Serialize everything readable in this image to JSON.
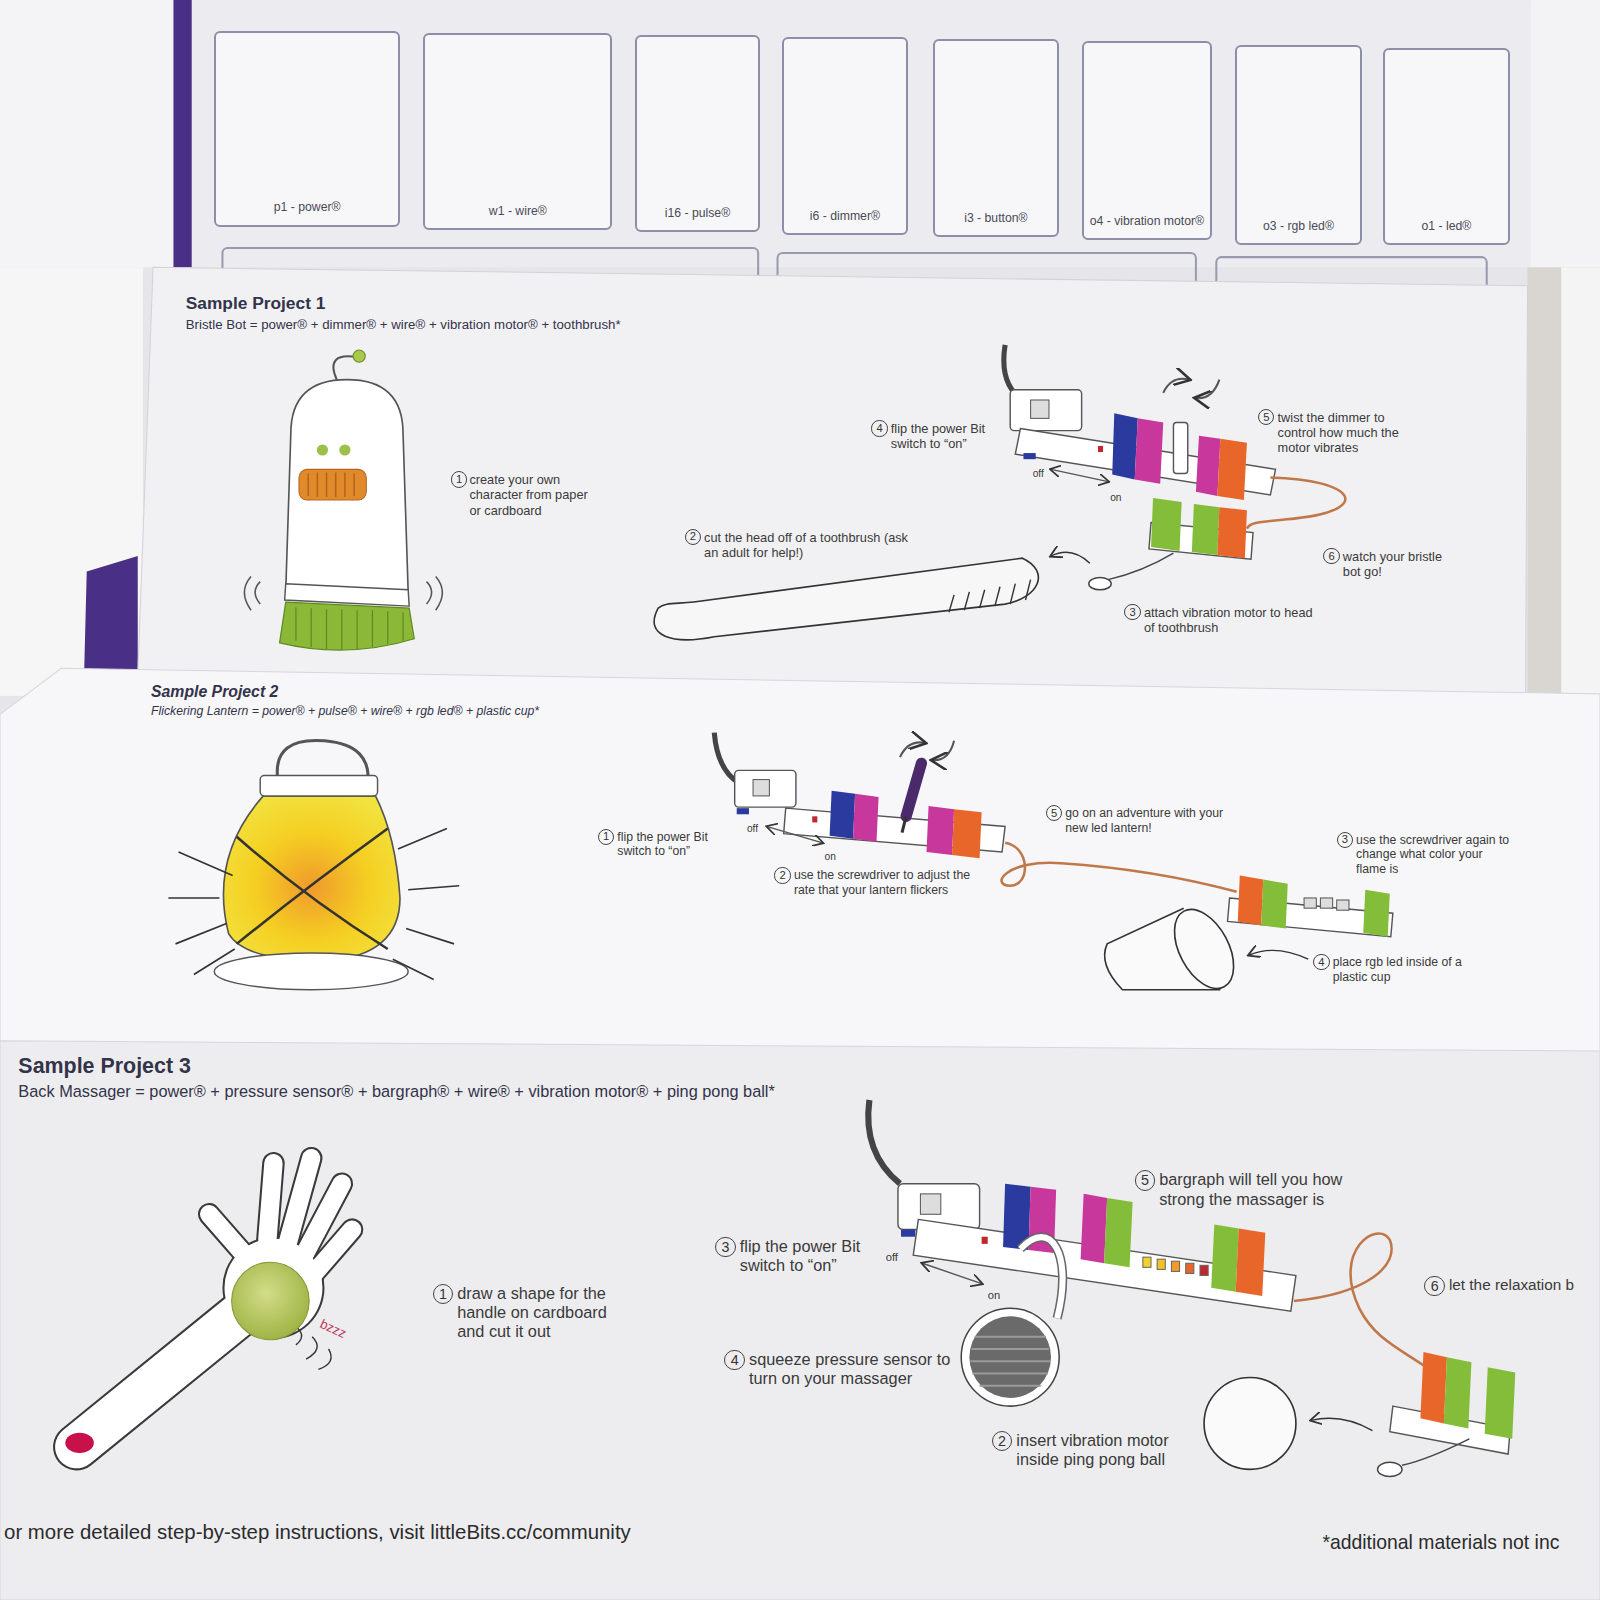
{
  "diagram": {
    "nodes": [
      {
        "text": [
          "p1 - power®"
        ]
      },
      {
        "text": [
          "w1 - wire®"
        ]
      },
      {
        "text": [
          "i16 - pulse®"
        ]
      },
      {
        "text": [
          "i6 - dimmer®"
        ]
      },
      {
        "text": [
          "i3 - button®"
        ]
      },
      {
        "text": [
          "o4 - vibration motor®"
        ]
      },
      {
        "text": [
          "o3 - rgb led®"
        ]
      },
      {
        "text": [
          "o1 - led®"
        ]
      },
      {
        "text": [
          "Sample Project 1",
          "Bristle Bot = power® + dimmer® + wire® + vibration motor® + toothbrush*"
        ]
      },
      {
        "text": [
          "Sample Project 2",
          "Flickering Lantern = power® + pulse® + wire® + rgb led® + plastic cup*"
        ]
      },
      {
        "text": [
          "Sample Project 3",
          "Back Massager = power® + pressure sensor® + bargraph® + wire® + vibration motor® + ping pong ball*"
        ]
      }
    ],
    "labels": [
      "1",
      "create your own character from paper or cardboard",
      "2",
      "cut the head off of a toothbrush (ask an adult for help!)",
      "3",
      "attach vibration motor to head of toothbrush",
      "4",
      "flip the power Bit switch to “on”",
      "5",
      "twist the dimmer to control how much the motor vibrates",
      "6",
      "watch your bristle bot go!",
      "off",
      "on",
      "1",
      "flip the power Bit switch to “on”",
      "2",
      "use the screwdriver to adjust the rate that your lantern flickers",
      "3",
      "use the screwdriver again to change what color your flame is",
      "4",
      "place rgb led inside of a plastic cup",
      "5",
      "go on an adventure with your new led lantern!",
      "off",
      "on",
      "1",
      "draw a shape for the handle on cardboard and cut it out",
      "2",
      "insert vibration motor inside ping pong ball",
      "3",
      "flip the power Bit switch to “on”",
      "4",
      "squeeze pressure sensor to turn on your massager",
      "5",
      "bargraph will tell you how strong the massager is",
      "6",
      "let the relaxation b",
      "off",
      "on",
      "bzzz",
      "or more detailed step-by-step instructions, visit littleBits.cc/community",
      "*additional materials not inc"
    ]
  }
}
